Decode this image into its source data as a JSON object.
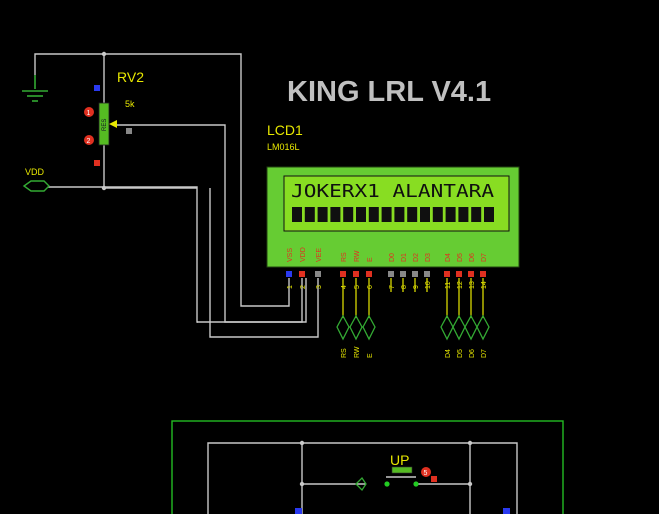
{
  "title": "KING LRL V4.1",
  "potentiometer": {
    "ref": "RV2",
    "value": "5k",
    "body_label": "RES",
    "pin_markers": [
      "1",
      "2"
    ]
  },
  "power": {
    "vdd_label": "VDD"
  },
  "lcd": {
    "ref": "LCD1",
    "model": "LM016L",
    "line1": "JOKERX1 ALANTARA",
    "line2_blocks": 16,
    "pins": [
      {
        "num": "1",
        "name": "VSS"
      },
      {
        "num": "2",
        "name": "VDD"
      },
      {
        "num": "3",
        "name": "VEE"
      },
      {
        "num": "4",
        "name": "RS"
      },
      {
        "num": "5",
        "name": "RW"
      },
      {
        "num": "6",
        "name": "E"
      },
      {
        "num": "7",
        "name": "D0"
      },
      {
        "num": "8",
        "name": "D1"
      },
      {
        "num": "9",
        "name": "D2"
      },
      {
        "num": "10",
        "name": "D3"
      },
      {
        "num": "11",
        "name": "D4"
      },
      {
        "num": "12",
        "name": "D5"
      },
      {
        "num": "13",
        "name": "D6"
      },
      {
        "num": "14",
        "name": "D7"
      }
    ]
  },
  "terminals": {
    "control": [
      "RS",
      "RW",
      "E"
    ],
    "data": [
      "D4",
      "D5",
      "D6",
      "D7"
    ]
  },
  "button": {
    "label": "UP",
    "pin_marker": "5"
  },
  "colors": {
    "background": "#000000",
    "wire": "#c8c8c8",
    "lcd_bezel": "#66cc33",
    "lcd_screen": "#88dd22",
    "label_yellow": "#e8e800",
    "pin_red": "#e03020",
    "terminal_green": "#33aa33",
    "frame_green": "#22bb22"
  }
}
